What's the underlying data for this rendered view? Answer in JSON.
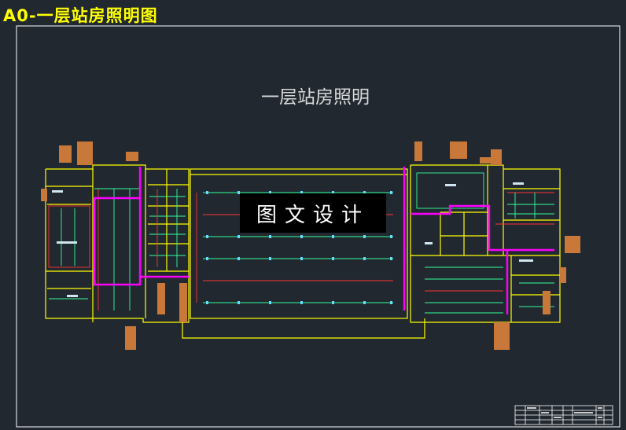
{
  "header": {
    "title": "A0-一层站房照明图"
  },
  "drawing": {
    "title": "一层站房照明"
  },
  "watermark": {
    "text": "图文设计"
  },
  "colors": {
    "background": "#212830",
    "title": "#ffff00",
    "wall": "#ffff00",
    "frame": "#ffffff",
    "circuit_main": "#ff00ff",
    "circuit_red": "#ff3333",
    "circuit_green": "#33ff99",
    "annotation": "#c8793a",
    "fixture": "#66ddff"
  }
}
